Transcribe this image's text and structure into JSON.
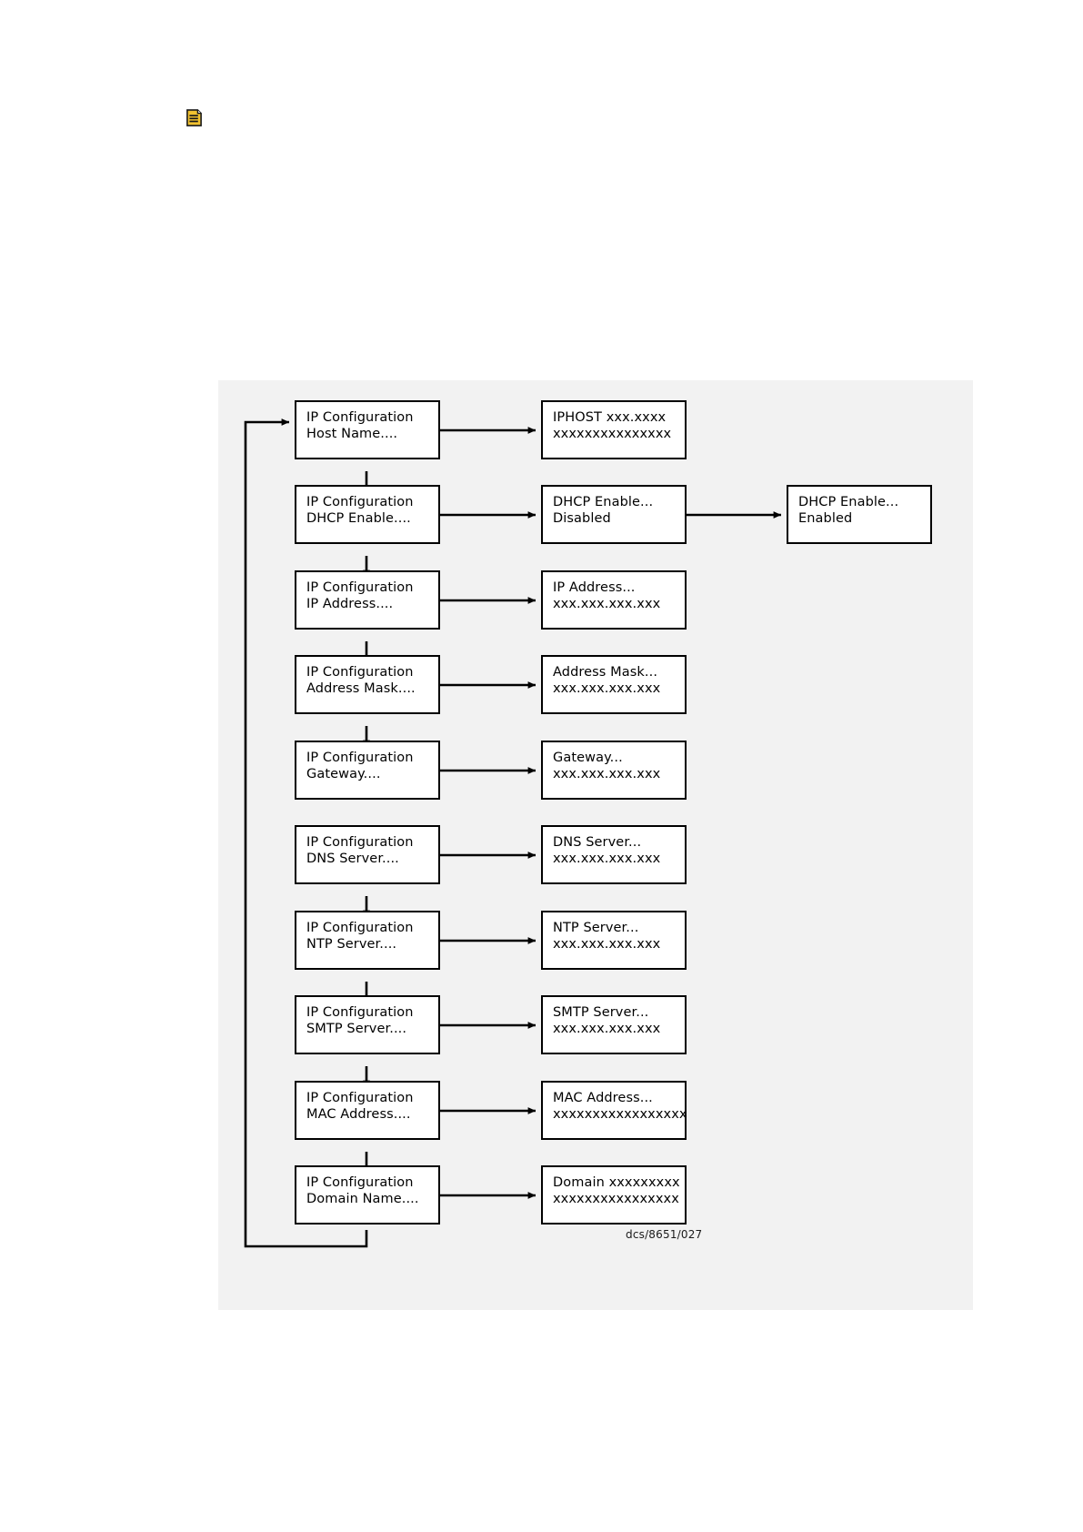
{
  "page": {
    "note_icon": "document-note-icon"
  },
  "diagram": {
    "caption": "dcs/8651/027",
    "menu_column": [
      {
        "line1": "IP Configuration",
        "line2": "Host Name...."
      },
      {
        "line1": "IP Configuration",
        "line2": "DHCP Enable...."
      },
      {
        "line1": "IP Configuration",
        "line2": "IP Address...."
      },
      {
        "line1": "IP Configuration",
        "line2": "Address Mask...."
      },
      {
        "line1": "IP Configuration",
        "line2": "Gateway...."
      },
      {
        "line1": "IP Configuration",
        "line2": "DNS Server...."
      },
      {
        "line1": "IP Configuration",
        "line2": "NTP Server...."
      },
      {
        "line1": "IP Configuration",
        "line2": "SMTP Server...."
      },
      {
        "line1": "IP Configuration",
        "line2": "MAC Address...."
      },
      {
        "line1": "IP Configuration",
        "line2": "Domain Name...."
      }
    ],
    "value_column": [
      {
        "line1": "IPHOST xxx.xxxx",
        "line2": "xxxxxxxxxxxxxxx"
      },
      {
        "line1": "DHCP Enable...",
        "line2": "Disabled"
      },
      {
        "line1": "IP Address...",
        "line2": "xxx.xxx.xxx.xxx"
      },
      {
        "line1": "Address Mask...",
        "line2": "xxx.xxx.xxx.xxx"
      },
      {
        "line1": "Gateway...",
        "line2": "xxx.xxx.xxx.xxx"
      },
      {
        "line1": "DNS Server...",
        "line2": "xxx.xxx.xxx.xxx"
      },
      {
        "line1": "NTP Server...",
        "line2": "xxx.xxx.xxx.xxx"
      },
      {
        "line1": "SMTP Server...",
        "line2": "xxx.xxx.xxx.xxx"
      },
      {
        "line1": "MAC Address...",
        "line2": "xxxxxxxxxxxxxxxxx"
      },
      {
        "line1": "Domain xxxxxxxxx",
        "line2": "xxxxxxxxxxxxxxxx"
      }
    ],
    "toggle_column": [
      {
        "line1": "DHCP Enable...",
        "line2": "Enabled"
      }
    ]
  }
}
